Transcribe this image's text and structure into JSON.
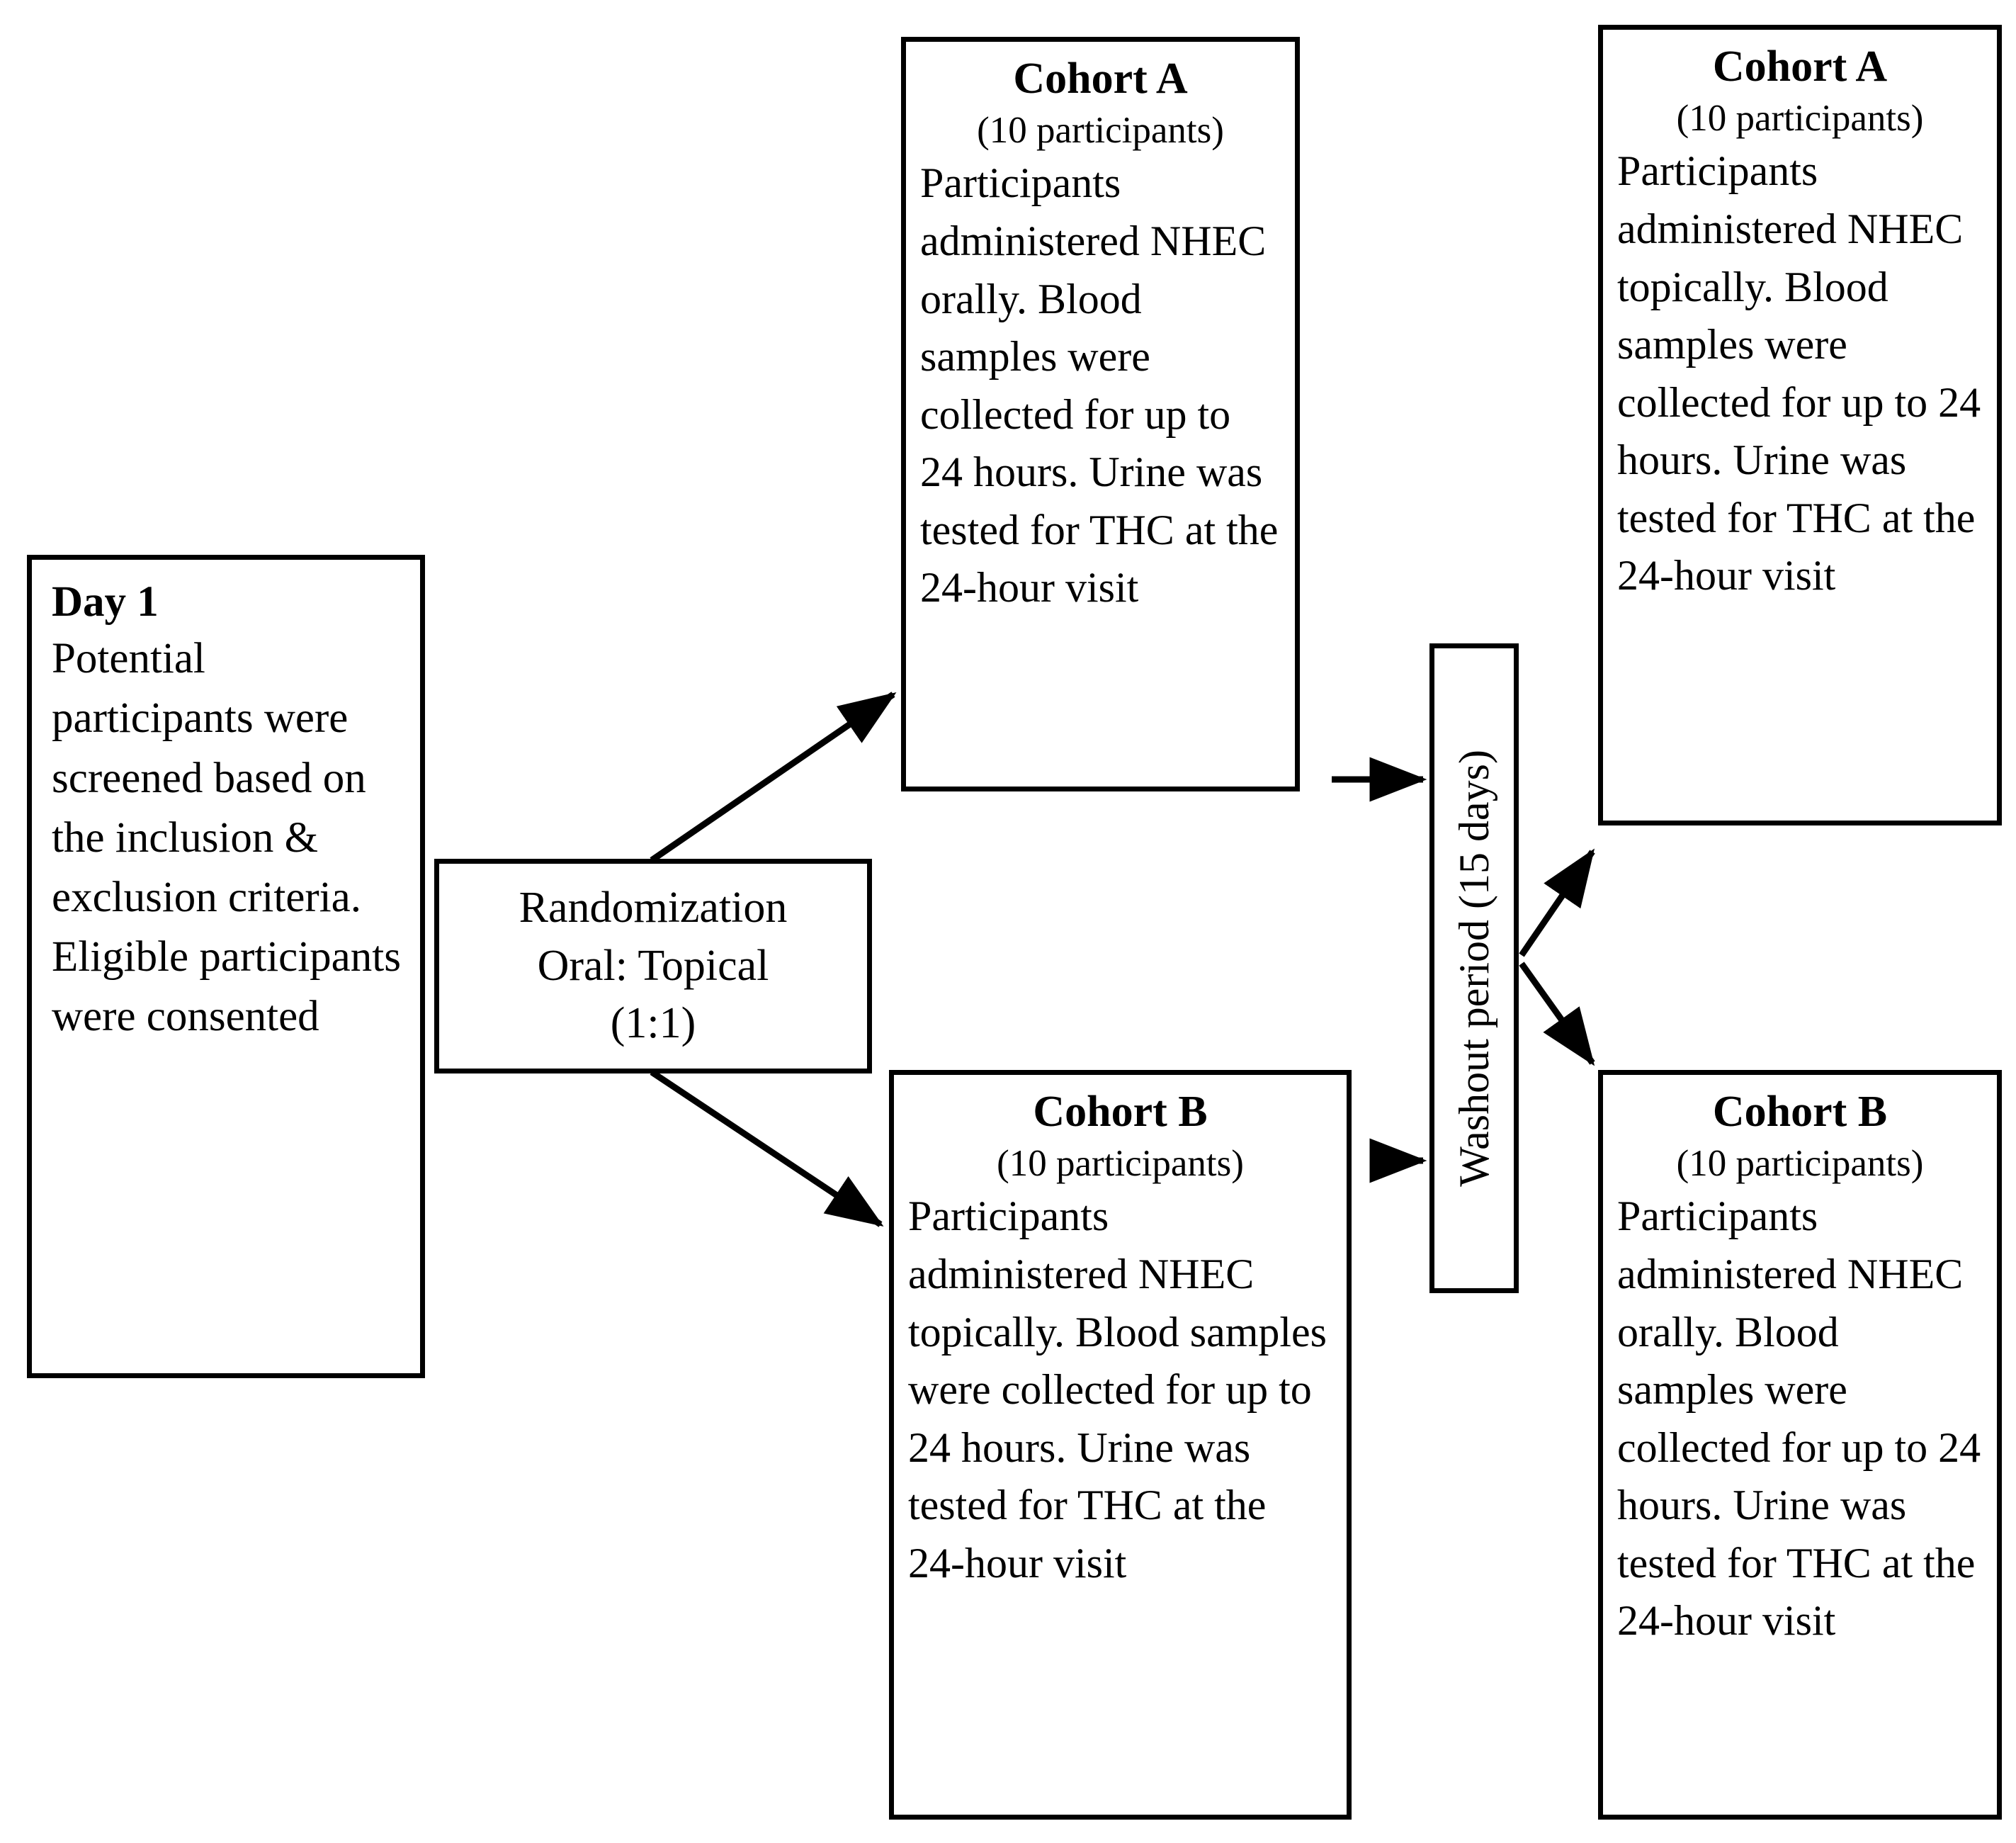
{
  "diagram": {
    "title": "Clinical study design flowchart",
    "stroke_color": "#000000",
    "background_color": "#ffffff"
  },
  "boxes": {
    "day1": {
      "title": "Day 1",
      "body": "Potential participants were screened based on the inclusion & exclusion criteria. Eligible participants were consented"
    },
    "randomization": {
      "line1": "Randomization",
      "line2": "Oral: Topical",
      "line3": "(1:1)"
    },
    "cohort_a_phase1": {
      "title": "Cohort A",
      "subtitle": "(10 participants)",
      "body": "Participants administered NHEC orally. Blood samples were collected for up to 24 hours. Urine was tested for THC at the 24-hour visit"
    },
    "cohort_b_phase1": {
      "title": "Cohort B",
      "subtitle": "(10 participants)",
      "body": "Participants administered NHEC topically. Blood samples were collected for up to 24 hours. Urine was tested for THC at the 24-hour visit"
    },
    "washout": {
      "label": "Washout period (15 days)"
    },
    "cohort_a_phase2": {
      "title": "Cohort A",
      "subtitle": "(10 participants)",
      "body": "Participants administered NHEC topically. Blood samples were collected for up to 24 hours. Urine was tested for THC at the 24-hour visit"
    },
    "cohort_b_phase2": {
      "title": "Cohort B",
      "subtitle": "(10 participants)",
      "body": "Participants administered NHEC orally. Blood samples were collected for up to 24 hours. Urine was tested for THC at the 24-hour visit"
    }
  },
  "connectors": [
    {
      "from": "randomization",
      "to": "cohort_a_phase1",
      "style": "diagonal-up-right-arrow"
    },
    {
      "from": "randomization",
      "to": "cohort_b_phase1",
      "style": "diagonal-down-right-arrow"
    },
    {
      "from": "cohort_a_phase1",
      "to": "washout",
      "style": "horizontal-right-arrow"
    },
    {
      "from": "cohort_b_phase1",
      "to": "washout",
      "style": "horizontal-right-arrow"
    },
    {
      "from": "washout",
      "to": "cohort_a_phase2",
      "style": "diagonal-up-right-arrow"
    },
    {
      "from": "washout",
      "to": "cohort_b_phase2",
      "style": "diagonal-down-right-arrow"
    }
  ]
}
